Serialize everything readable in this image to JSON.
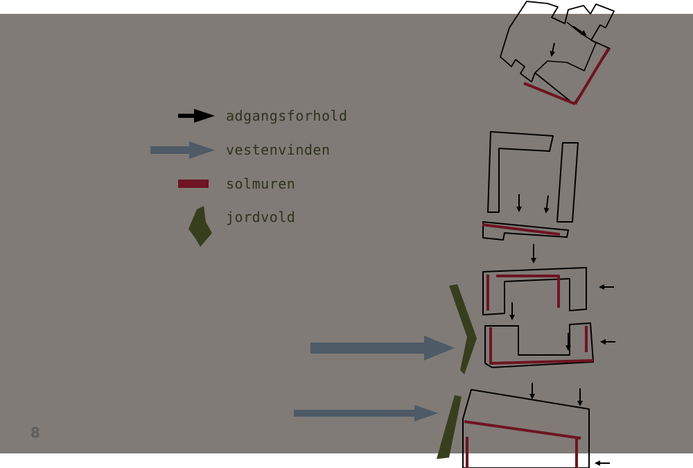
{
  "page": {
    "number": "8"
  },
  "legend": {
    "items": [
      {
        "key": "access",
        "label": "adgangsforhold",
        "color": "#000000"
      },
      {
        "key": "wind",
        "label": "vestenvinden",
        "color": "#4e5a66"
      },
      {
        "key": "sunwall",
        "label": "solmuren",
        "color": "#6e1422"
      },
      {
        "key": "embankment",
        "label": "jordvold",
        "color": "#373e1d"
      }
    ]
  },
  "colors": {
    "background": "#807b77",
    "outline": "#000000",
    "sunwall": "#6e1422",
    "wind": "#4e5a66",
    "embankment": "#373e1d",
    "page_number": "#5e5e5e"
  }
}
